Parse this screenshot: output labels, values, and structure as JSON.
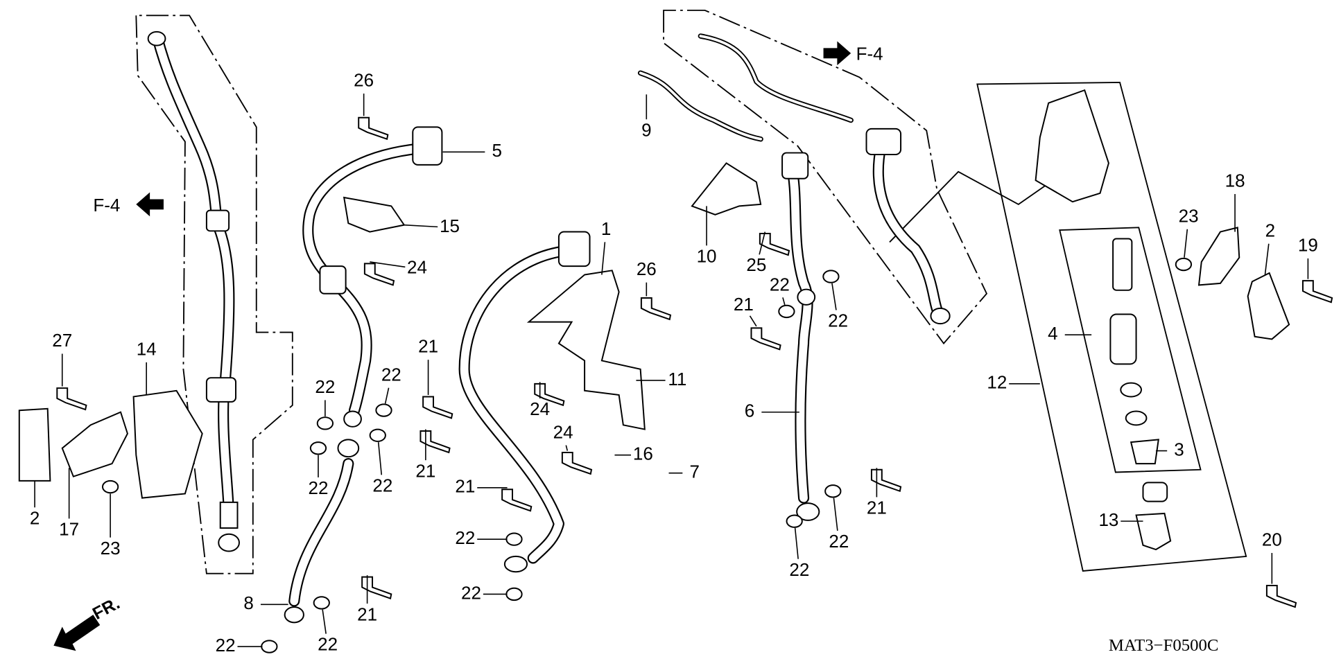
{
  "diagram": {
    "reference_code": "MAT3−F0500C",
    "front_indicator": "FR.",
    "cross_refs": [
      "F-4",
      "F-4"
    ],
    "part_labels": [
      "26",
      "5",
      "15",
      "24",
      "1",
      "26",
      "10",
      "25",
      "9",
      "27",
      "14",
      "2",
      "17",
      "23",
      "22",
      "22",
      "21",
      "22",
      "22",
      "21",
      "11",
      "24",
      "24",
      "16",
      "7",
      "21",
      "22",
      "22",
      "21",
      "8",
      "22",
      "22",
      "22",
      "21",
      "22",
      "6",
      "21",
      "22",
      "22",
      "12",
      "4",
      "3",
      "13",
      "23",
      "18",
      "2",
      "19",
      "20"
    ]
  }
}
